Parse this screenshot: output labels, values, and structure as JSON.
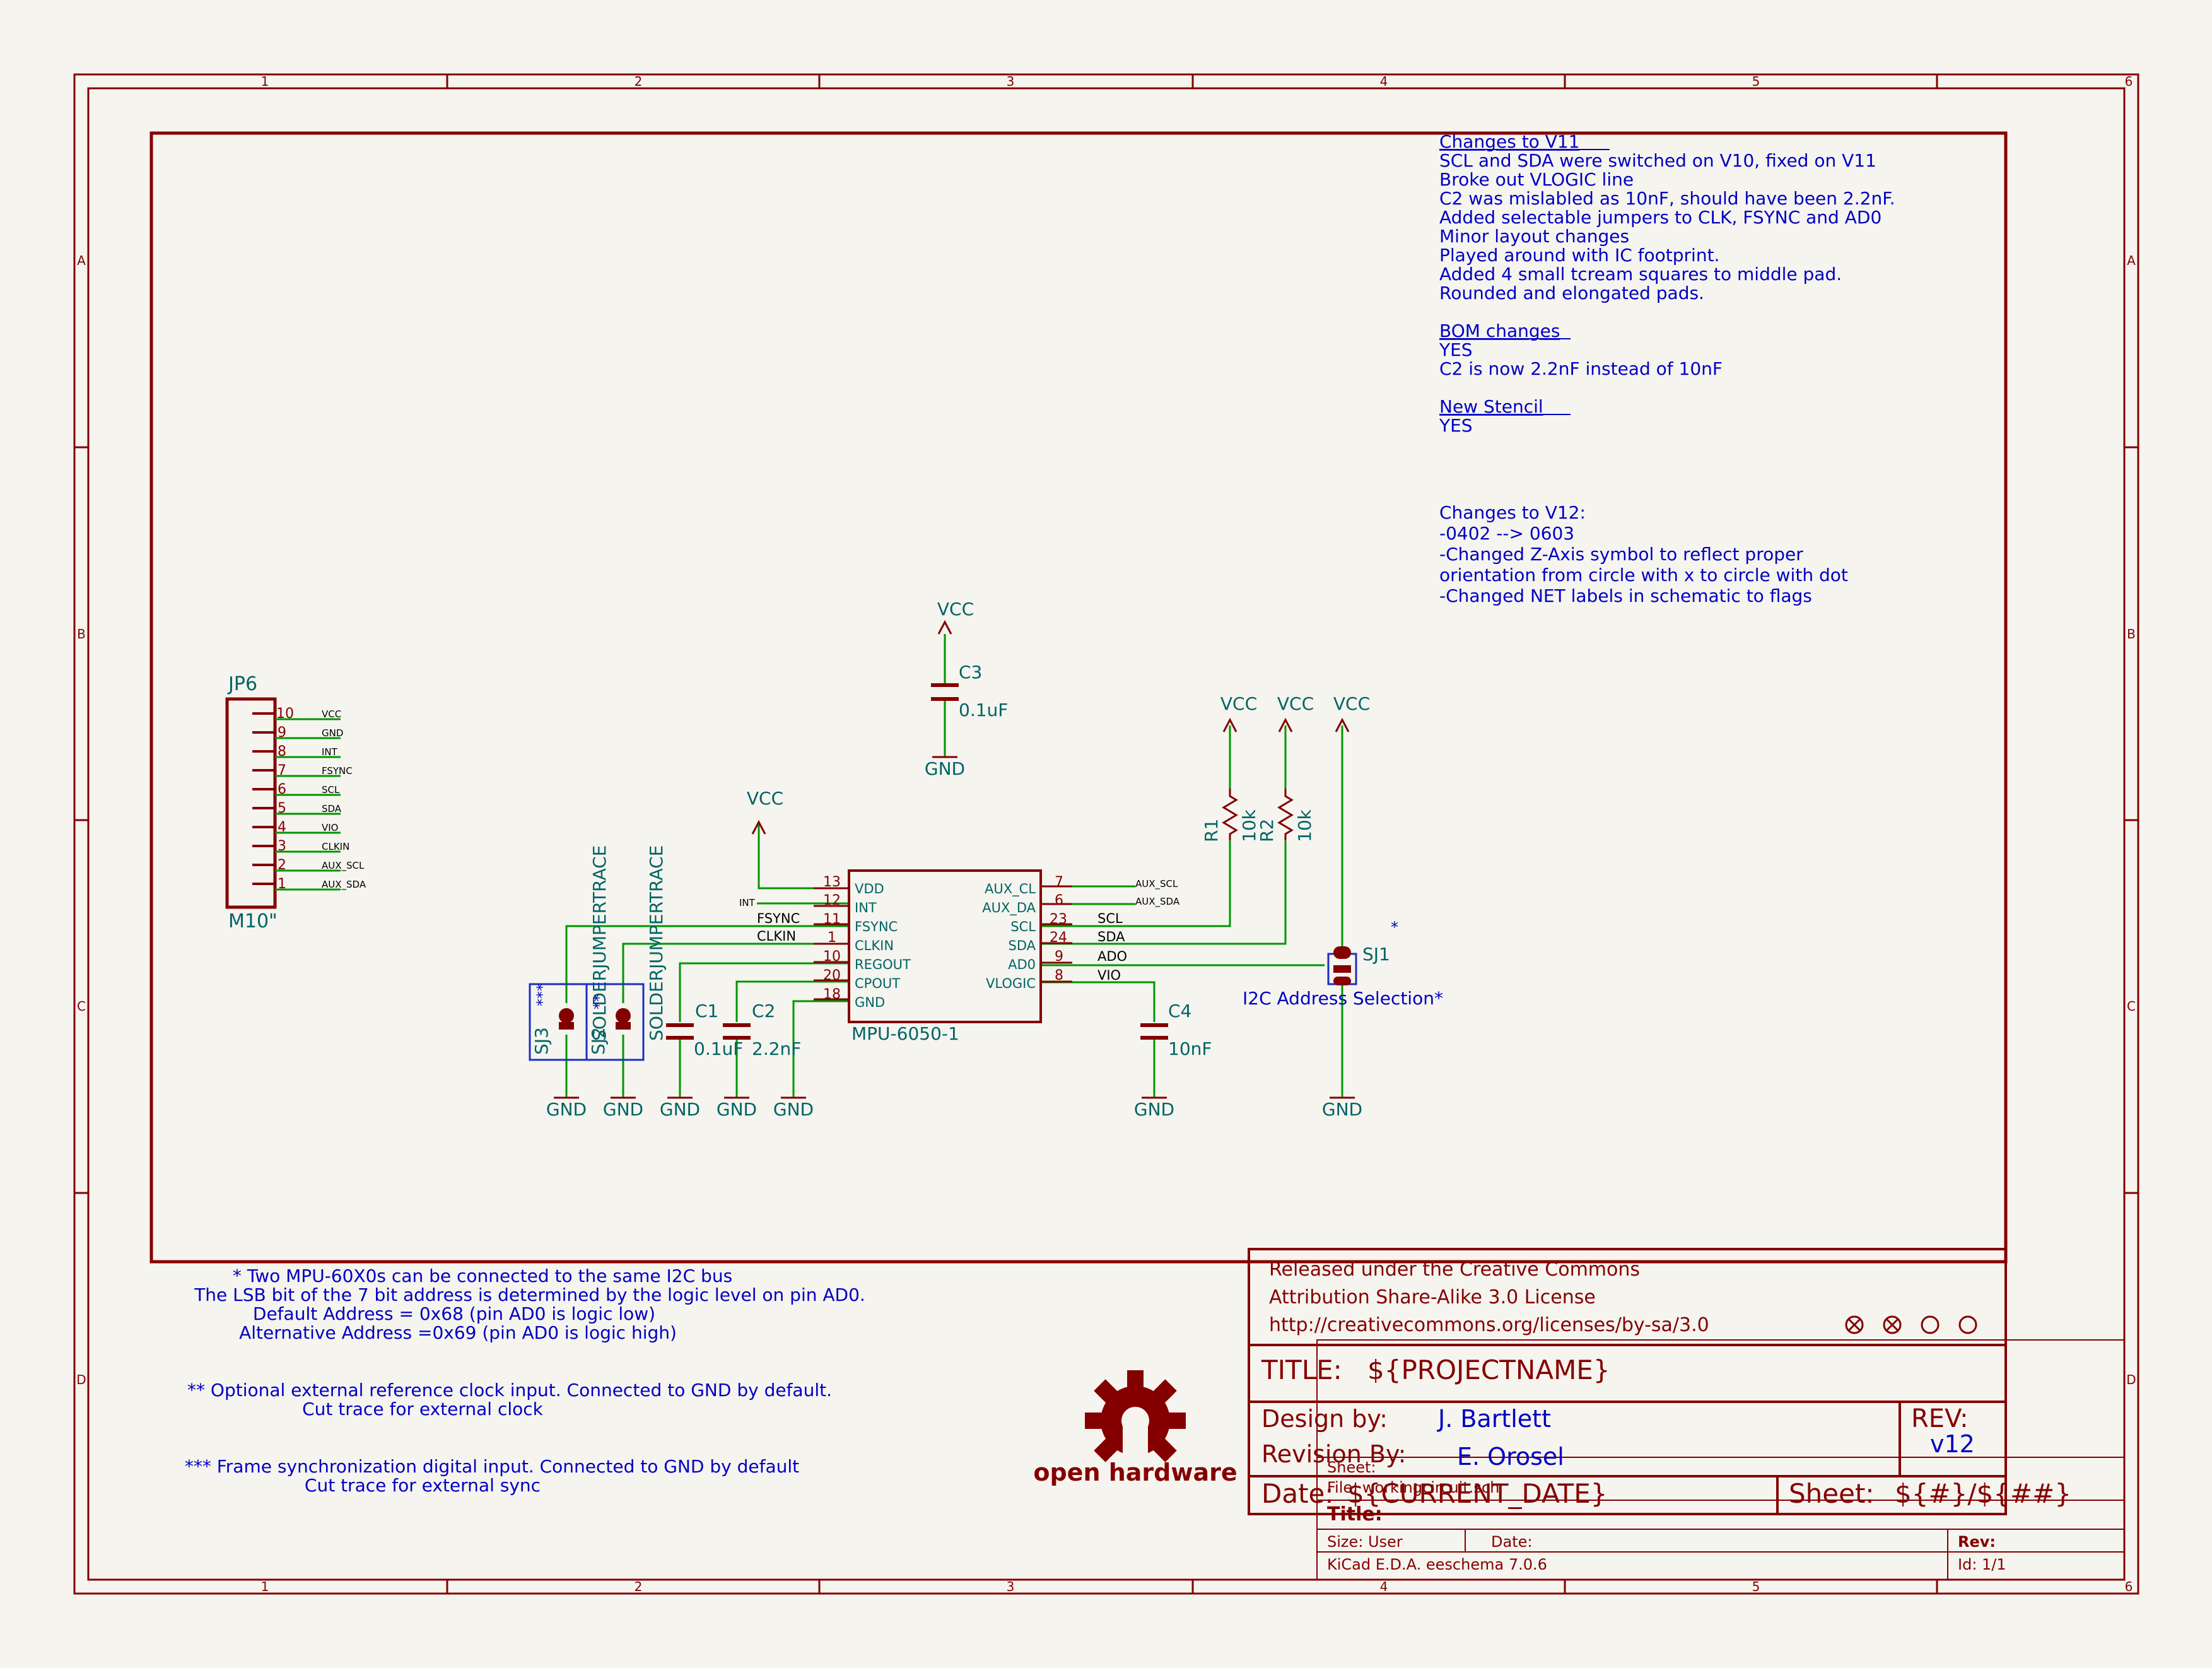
{
  "colors": {
    "background": "#f5f4ef",
    "frame": "#840000",
    "wire": "#009600",
    "pin_text": "#840000",
    "net_text": "#000000",
    "power_text": "#006464",
    "note_text": "#0000c2",
    "jumper_box": "#1a2fc4"
  },
  "frame": {
    "columns": [
      "1",
      "2",
      "3",
      "4",
      "5",
      "6"
    ],
    "rows": [
      "A",
      "B",
      "C",
      "D"
    ]
  },
  "notes": {
    "v11_title": "Changes to V11",
    "v11_lines": [
      "SCL and SDA were switched on V10, fixed on V11",
      "Broke out VLOGIC line",
      "C2 was mislabled as 10nF, should have been 2.2nF.",
      "Added selectable jumpers to CLK, FSYNC and AD0",
      "Minor layout changes",
      "Played around with IC footprint.",
      "Added 4 small tcream squares to middle pad.",
      "Rounded and elongated pads."
    ],
    "bom_title": "BOM changes",
    "bom_lines": [
      "YES",
      "C2 is now 2.2nF instead of 10nF"
    ],
    "stencil_title": "New Stencil",
    "stencil_lines": [
      "YES"
    ],
    "v12_lines": [
      "Changes to V12:",
      "-0402 --> 0603",
      "-Changed Z-Axis symbol to reflect proper",
      "orientation from circle with x to circle with dot",
      "-Changed NET labels in schematic to flags"
    ],
    "footnote1": [
      "* Two MPU-60X0s can be connected to the same I2C bus",
      "The LSB bit of the 7 bit address is determined by the logic level on pin AD0.",
      "Default Address = 0x68 (pin AD0 is logic low)",
      "Alternative Address =0x69 (pin AD0 is logic high)"
    ],
    "footnote2": [
      "** Optional external reference clock input. Connected to GND by default.",
      "Cut trace for external clock"
    ],
    "footnote3": [
      "*** Frame synchronization digital input. Connected to GND by default",
      "Cut trace for external sync"
    ]
  },
  "connector": {
    "ref": "JP6",
    "value": "M10\"",
    "pins": [
      {
        "num": "10",
        "net": "VCC"
      },
      {
        "num": "9",
        "net": "GND"
      },
      {
        "num": "8",
        "net": "INT"
      },
      {
        "num": "7",
        "net": "FSYNC"
      },
      {
        "num": "6",
        "net": "SCL"
      },
      {
        "num": "5",
        "net": "SDA"
      },
      {
        "num": "4",
        "net": "VIO"
      },
      {
        "num": "3",
        "net": "CLKIN"
      },
      {
        "num": "2",
        "net": "AUX_SCL"
      },
      {
        "num": "1",
        "net": "AUX_SDA"
      }
    ]
  },
  "ic": {
    "value": "MPU-6050-1",
    "left_pins": [
      {
        "num": "13",
        "name": "VDD"
      },
      {
        "num": "12",
        "name": "INT"
      },
      {
        "num": "11",
        "name": "FSYNC"
      },
      {
        "num": "1",
        "name": "CLKIN"
      },
      {
        "num": "10",
        "name": "REGOUT"
      },
      {
        "num": "20",
        "name": "CPOUT"
      },
      {
        "num": "18",
        "name": "GND"
      }
    ],
    "right_pins": [
      {
        "num": "7",
        "name": "AUX_CL"
      },
      {
        "num": "6",
        "name": "AUX_DA"
      },
      {
        "num": "23",
        "name": "SCL"
      },
      {
        "num": "24",
        "name": "SDA"
      },
      {
        "num": "9",
        "name": "AD0"
      },
      {
        "num": "8",
        "name": "VLOGIC"
      }
    ]
  },
  "nets": {
    "int": "INT",
    "fsync": "FSYNC",
    "clkin": "CLKIN",
    "aux_scl": "AUX_SCL",
    "aux_sda": "AUX_SDA",
    "scl": "SCL",
    "sda": "SDA",
    "ado": "ADO",
    "vio": "VIO"
  },
  "power": {
    "vcc": "VCC",
    "gnd": "GND"
  },
  "components": {
    "c1": {
      "ref": "C1",
      "value": "0.1uF"
    },
    "c2": {
      "ref": "C2",
      "value": "2.2nF"
    },
    "c3": {
      "ref": "C3",
      "value": "0.1uF"
    },
    "c4": {
      "ref": "C4",
      "value": "10nF"
    },
    "r1": {
      "ref": "R1",
      "value": "10k"
    },
    "r2": {
      "ref": "R2",
      "value": "10k"
    },
    "sj1": {
      "ref": "SJ1",
      "value": "I2C Address Selection*",
      "mark": "*"
    },
    "sj2": {
      "ref": "SJ2",
      "mark": "**",
      "value": "SOLDERJUMPERTRACE"
    },
    "sj3": {
      "ref": "SJ3",
      "mark": "***",
      "value": "SOLDERJUMPERTRACE"
    }
  },
  "logo": {
    "text": "open hardware"
  },
  "title_block": {
    "license_lines": [
      "Released under the Creative Commons",
      "Attribution Share-Alike 3.0 License",
      "http://creativecommons.org/licenses/by-sa/3.0"
    ],
    "title_label": "TITLE:",
    "title_value": "${PROJECTNAME}",
    "design_label": "Design by:",
    "design_value": "J. Bartlett",
    "revision_label": "Revision By:",
    "revision_value": "E. Orosel",
    "rev_label": "REV:",
    "rev_value": "v12",
    "date_label": "Date:",
    "date_value": "${CURRENT_DATE}",
    "sheet_label": "Sheet:",
    "sheet_value": "${#}/${##}"
  },
  "kicad_block": {
    "sheet_label": "Sheet:",
    "file_label": "File: workingcircuit.sch",
    "title_label": "Title:",
    "size_label": "Size: User",
    "date_label": "Date:",
    "rev_label": "Rev:",
    "tool_label": "KiCad E.D.A.  eeschema 7.0.6",
    "id_label": "Id: 1/1"
  }
}
